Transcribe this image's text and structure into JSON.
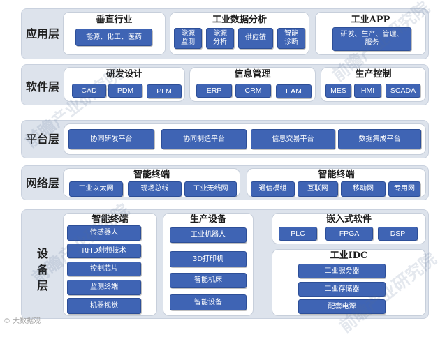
{
  "layers": {
    "application": {
      "label": "应用层",
      "panels": [
        {
          "title": "垂直行业",
          "items": [
            "能源、化工、医药"
          ]
        },
        {
          "title": "工业数据分析",
          "items": [
            "能源\n监测",
            "能源\n分析",
            "供应链",
            "智能\n诊断"
          ]
        },
        {
          "title": "工业APP",
          "items": [
            "研发、生产、管理、\n服务"
          ]
        }
      ]
    },
    "software": {
      "label": "软件层",
      "panels": [
        {
          "title": "研发设计",
          "items": [
            "CAD",
            "PDM",
            "PLM"
          ]
        },
        {
          "title": "信息管理",
          "items": [
            "ERP",
            "CRM",
            "EAM"
          ]
        },
        {
          "title": "生产控制",
          "items": [
            "MES",
            "HMI",
            "SCADA"
          ]
        }
      ]
    },
    "platform": {
      "label": "平台层",
      "items": [
        "协同研发平台",
        "协同制造平台",
        "信息交易平台",
        "数据集成平台"
      ]
    },
    "network": {
      "label": "网络层",
      "panels": [
        {
          "title": "智能终端",
          "items": [
            "工业以太网",
            "现场总线",
            "工业无线网"
          ]
        },
        {
          "title": "智能终端",
          "items": [
            "通信模组",
            "互联网",
            "移动网",
            "专用网"
          ]
        }
      ]
    },
    "device": {
      "label_chars": [
        "设",
        "备",
        "层"
      ],
      "panels": [
        {
          "title": "智能终端",
          "items": [
            "传感器人",
            "RFID射频技术",
            "控制芯片",
            "监测终端",
            "机器视觉"
          ]
        },
        {
          "title": "生产设备",
          "items": [
            "工业机器人",
            "3D打印机",
            "智能机床",
            "智能设备"
          ]
        },
        {
          "title": "嵌入式软件",
          "items": [
            "PLC",
            "FPGA",
            "DSP"
          ]
        },
        {
          "title": "工业IDC",
          "items": [
            "工业服务器",
            "工业存储器",
            "配套电源"
          ]
        }
      ]
    }
  },
  "footer": {
    "source": "© 大数据观"
  },
  "watermarks": [
    "前瞻产业研究院",
    "前瞻产业研究院",
    "前瞻产业研究院",
    "前瞻产业研究院"
  ],
  "colors": {
    "box_fill": "#3f64b4",
    "band_fill": "#dde3ec",
    "panel_fill": "#ffffff"
  }
}
